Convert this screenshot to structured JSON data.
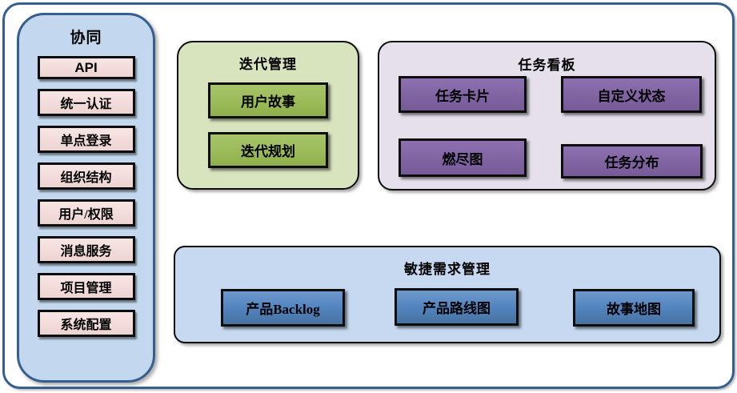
{
  "colors": {
    "frame_border": "#365f91",
    "sidebar_bg": "#c3d8ee",
    "sidebar_border": "#365f91",
    "pink_box_bg": "#f2dcdb",
    "green_panel_bg": "#d7e4bd",
    "green_box_bg": "#9bbb59",
    "purple_panel_bg": "#e6e0ec",
    "purple_box_bg": "#8064a2",
    "blue_panel_bg": "#c6d9f0",
    "blue_box_bg": "#5182bd",
    "box_border": "#0d0d0d"
  },
  "sidebar": {
    "title": "协同",
    "items": [
      {
        "label": "API"
      },
      {
        "label": "统一认证"
      },
      {
        "label": "单点登录"
      },
      {
        "label": "组织结构"
      },
      {
        "label": "用户/权限"
      },
      {
        "label": "消息服务"
      },
      {
        "label": "项目管理"
      },
      {
        "label": "系统配置"
      }
    ]
  },
  "panels": {
    "iteration": {
      "title": "迭代管理",
      "items": [
        {
          "label": "用户故事"
        },
        {
          "label": "迭代规划"
        }
      ]
    },
    "kanban": {
      "title": "任务看板",
      "items": [
        {
          "label": "任务卡片"
        },
        {
          "label": "自定义状态"
        },
        {
          "label": "燃尽图"
        },
        {
          "label": "任务分布"
        }
      ]
    },
    "requirements": {
      "title": "敏捷需求管理",
      "items": [
        {
          "label": "产品Backlog"
        },
        {
          "label": "产品路线图"
        },
        {
          "label": "故事地图"
        }
      ]
    }
  }
}
